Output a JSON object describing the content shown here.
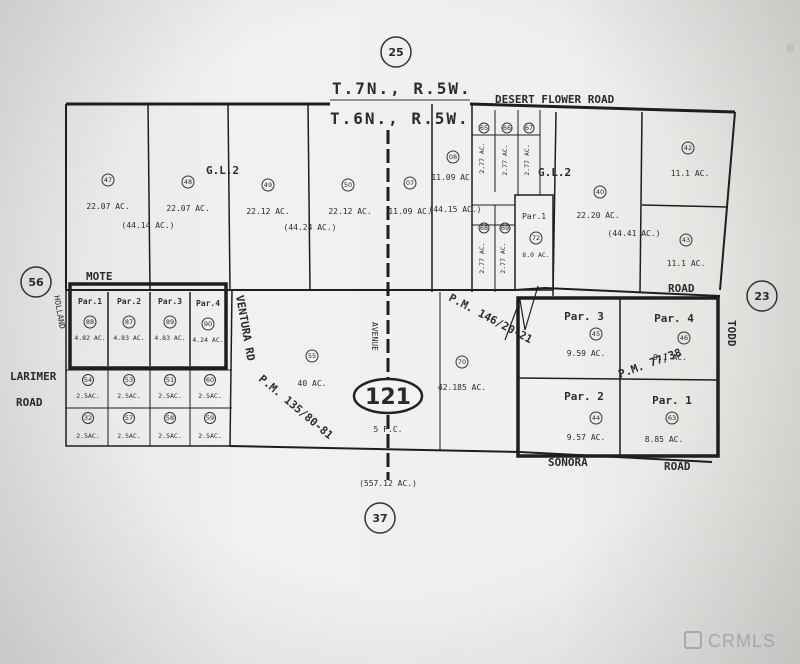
{
  "map": {
    "township_north": "T.7N., R.5W.",
    "township_south": "T.6N., R.5W.",
    "page_refs": {
      "top": "25",
      "left": "56",
      "right": "23",
      "bottom": "37"
    },
    "roads": {
      "desert_flower": "DESERT FLOWER ROAD",
      "larimer": "LARIMER",
      "road_left": "ROAD",
      "road_right": "ROAD",
      "todd": "TODD",
      "sonora": "SONORA",
      "road_bottom": "ROAD",
      "ventura": "VENTURA RD",
      "mote": "MOTE",
      "holland": "HOLLAND",
      "avenue": "AVENUE"
    },
    "gl_left": "G.L.2",
    "gl_right": "G.L.2",
    "block_number": "121",
    "block_sub": "5 F.C.",
    "block_total": "(557.12 AC.)",
    "pm_one": "P.M. 146/20-21",
    "pm_two": "P.M. 135/80-81",
    "pm_three": "P.M. 77/38",
    "lots_top": [
      {
        "num": "47",
        "acres": "22.07 AC."
      },
      {
        "num": "48",
        "acres": "22.07 AC."
      },
      {
        "num": "49",
        "acres": "22.12 AC."
      },
      {
        "num": "50",
        "acres": "22.12 AC."
      },
      {
        "num": "07",
        "acres": "11.09 AC."
      },
      {
        "num": "08",
        "acres": "11.09 AC."
      },
      {
        "num": "40",
        "acres": "22.20 AC."
      },
      {
        "num": "42",
        "acres": "11.1 AC."
      },
      {
        "num": "43",
        "acres": "11.1 AC."
      }
    ],
    "combined_acres": {
      "left": "(44.14 AC.)",
      "mid": "(44.24 AC.)",
      "right": "(44.41 AC.)",
      "narrow": "(44.15 AC.)"
    },
    "narrow_lots": [
      {
        "num": "65",
        "acres": "2.77 AC."
      },
      {
        "num": "66",
        "acres": "2.77 AC."
      },
      {
        "num": "67",
        "acres": "2.77 AC."
      },
      {
        "num": "68",
        "acres": "2.77 AC."
      },
      {
        "num": "69",
        "acres": "2.77 AC."
      }
    ],
    "parcel_top": {
      "par": "Par.1",
      "num": "72",
      "acres": "8.0 AC."
    },
    "parcels_left": [
      {
        "par": "Par.1",
        "num": "88",
        "acres": "4.82 AC."
      },
      {
        "par": "Par.2",
        "num": "87",
        "acres": "4.83 AC."
      },
      {
        "par": "Par.3",
        "num": "89",
        "acres": "4.83 AC."
      },
      {
        "par": "Par.4",
        "num": "90",
        "acres": "4.24 AC."
      }
    ],
    "small_lots_row1": [
      {
        "num": "54",
        "acres": "2.5AC."
      },
      {
        "num": "53",
        "acres": "2.5AC."
      },
      {
        "num": "51",
        "acres": "2.5AC."
      },
      {
        "num": "60",
        "acres": "2.5AC."
      }
    ],
    "small_lots_row2": [
      {
        "num": "32",
        "acres": "2.5AC."
      },
      {
        "num": "57",
        "acres": "2.5AC."
      },
      {
        "num": "58",
        "acres": "2.5AC."
      },
      {
        "num": "59",
        "acres": "2.5AC."
      }
    ],
    "center_lots": [
      {
        "num": "55",
        "acres": "40 AC."
      },
      {
        "num": "70",
        "acres": "42.185 AC."
      }
    ],
    "parcels_right": [
      {
        "par": "Par. 3",
        "num": "45",
        "acres": "9.59 AC."
      },
      {
        "par": "Par. 4",
        "num": "46",
        "acres": "9.1 AC."
      },
      {
        "par": "Par. 2",
        "num": "44",
        "acres": "9.57 AC."
      },
      {
        "par": "Par. 1",
        "num": "63",
        "acres": "8.85 AC."
      }
    ]
  },
  "watermark": "CRMLS"
}
